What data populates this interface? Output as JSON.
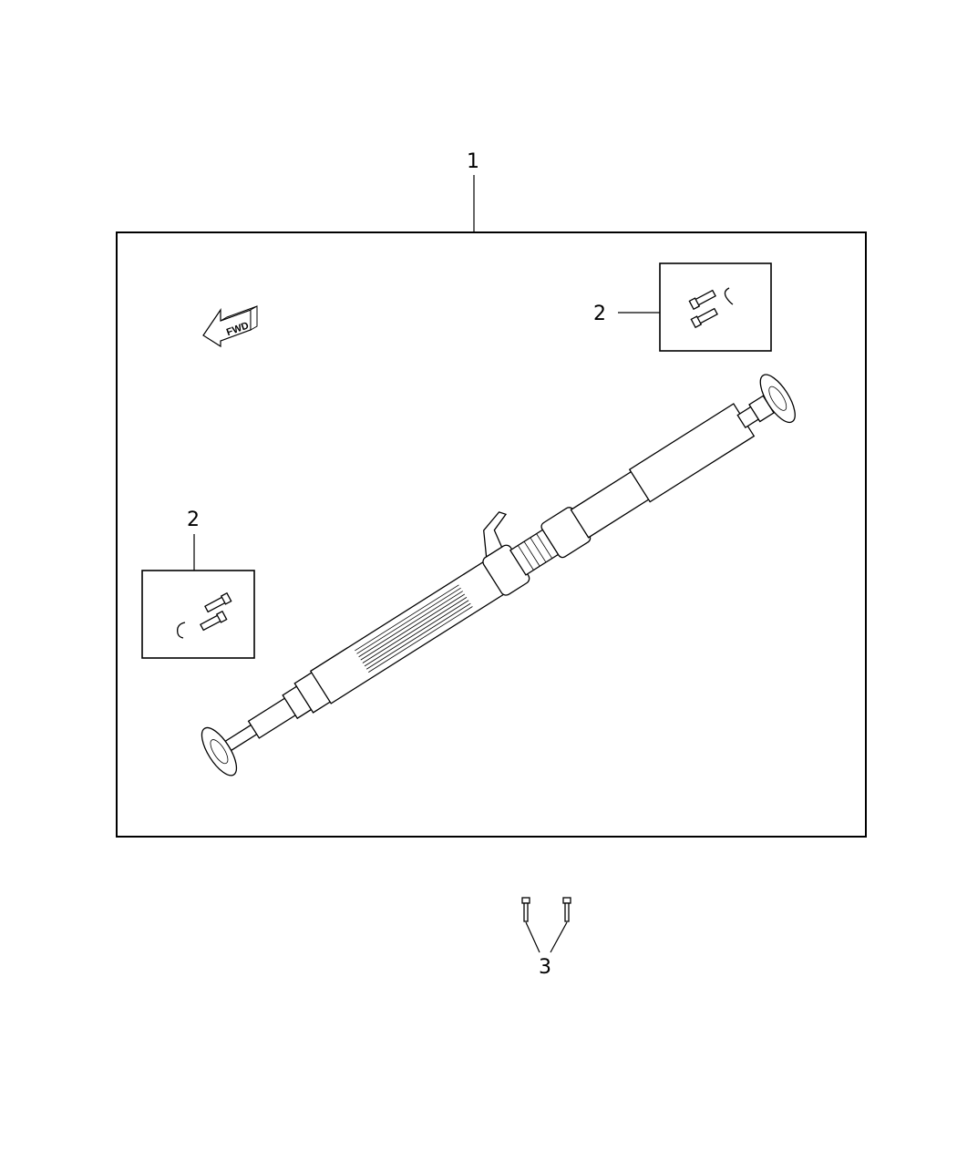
{
  "diagram": {
    "callouts": [
      {
        "id": "assembly",
        "label": "1"
      },
      {
        "id": "bolt-kit-right",
        "label": "2"
      },
      {
        "id": "bolt-kit-left",
        "label": "2"
      },
      {
        "id": "bolts",
        "label": "3"
      }
    ],
    "fwd_arrow": {
      "label": "FWD",
      "icon": "forward-direction-arrow-icon"
    }
  }
}
